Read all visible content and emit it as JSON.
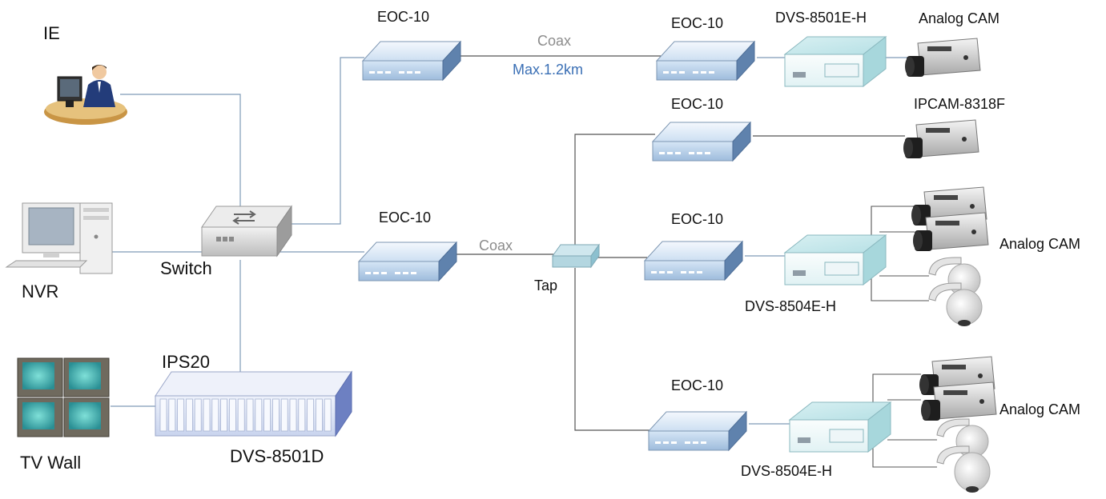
{
  "labels": {
    "ie": "IE",
    "nvr": "NVR",
    "switch": "Switch",
    "tv_wall": "TV Wall",
    "ips20": "IPS20",
    "dvs_8501d": "DVS-8501D",
    "eoc_top": "EOC-10",
    "eoc_top_right": "EOC-10",
    "dvs_8501e_h": "DVS-8501E-H",
    "analog_cam_top": "Analog CAM",
    "coax_top": "Coax",
    "max_distance": "Max.1.2km",
    "eoc_ipcam": "EOC-10",
    "ipcam_8318f": "IPCAM-8318F",
    "eoc_left": "EOC-10",
    "coax_mid": "Coax",
    "tap": "Tap",
    "eoc_mid": "EOC-10",
    "analog_cam_mid": "Analog CAM",
    "dvs_8504e_h_mid": "DVS-8504E-H",
    "eoc_bottom": "EOC-10",
    "analog_cam_bottom": "Analog CAM",
    "dvs_8504e_h_bottom": "DVS-8504E-H"
  },
  "colors": {
    "line": "#7f9bb8",
    "eoc_top": "#e4eef9",
    "eoc_side": "#a9c3df",
    "dvs_front": "#f1fafb",
    "dvs_side": "#a7d7dc",
    "label_blue": "#3a6fb5",
    "label_grey": "#8c8c8c"
  },
  "icons": {
    "ie": "user-at-desk-icon",
    "nvr": "desktop-computer-icon",
    "switch": "network-switch-icon",
    "tv_wall": "monitor-wall-icon",
    "ips20": "rack-chassis-icon",
    "eoc": "eoc-adapter-icon",
    "dvs": "video-server-icon",
    "box_camera": "box-camera-icon",
    "dome_camera": "ptz-dome-camera-icon",
    "tap": "coax-tap-icon"
  }
}
